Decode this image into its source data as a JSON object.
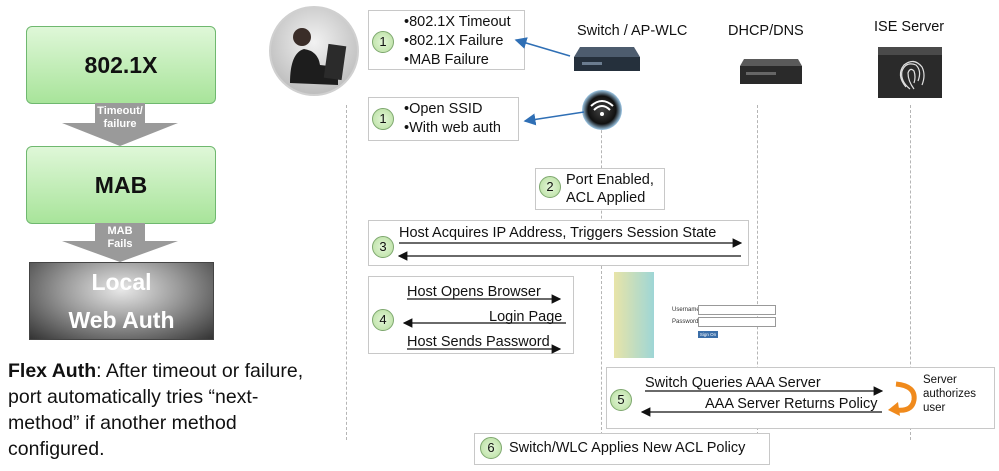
{
  "flow": {
    "step1": "802.1X",
    "arrow1": "Timeout/\nfailure",
    "step2": "MAB",
    "arrow2": "MAB\nFails",
    "step3_line1": "Local",
    "step3_line2": "Web Auth"
  },
  "flex_auth": {
    "bold": "Flex Auth",
    "text": ": After timeout or failure, port automatically tries “next-method” if another method configured."
  },
  "devices": {
    "switch": "Switch / AP-WLC",
    "dhcp": "DHCP/DNS",
    "ise": "ISE Server"
  },
  "steps": {
    "s1a": {
      "num": "1",
      "lines": [
        "•802.1X Timeout",
        "•802.1X Failure",
        "•MAB Failure"
      ]
    },
    "s1b": {
      "num": "1",
      "lines": [
        "•Open SSID",
        "•With web auth"
      ]
    },
    "s2": {
      "num": "2",
      "lines": [
        "Port Enabled,",
        "ACL  Applied"
      ]
    },
    "s3": {
      "num": "3",
      "text": "Host Acquires IP Address, Triggers Session State"
    },
    "s4": {
      "num": "4",
      "line1": "Host Opens Browser",
      "line2": "Login Page",
      "line3": "Host Sends Password"
    },
    "s5": {
      "num": "5",
      "line1": "Switch Queries AAA Server",
      "line2": "AAA Server Returns Policy",
      "note": [
        "Server",
        "authorizes",
        "user"
      ]
    },
    "s6": {
      "num": "6",
      "text": "Switch/WLC Applies New ACL Policy"
    }
  },
  "login_form": {
    "username_label": "Username:",
    "password_label": "Password:",
    "button": "Sign On"
  },
  "colors": {
    "green_box": "#a8e49a",
    "arrow_blue": "#2f6fb5",
    "arrow_gray": "#9a9a9a",
    "orange": "#f08a1c"
  }
}
